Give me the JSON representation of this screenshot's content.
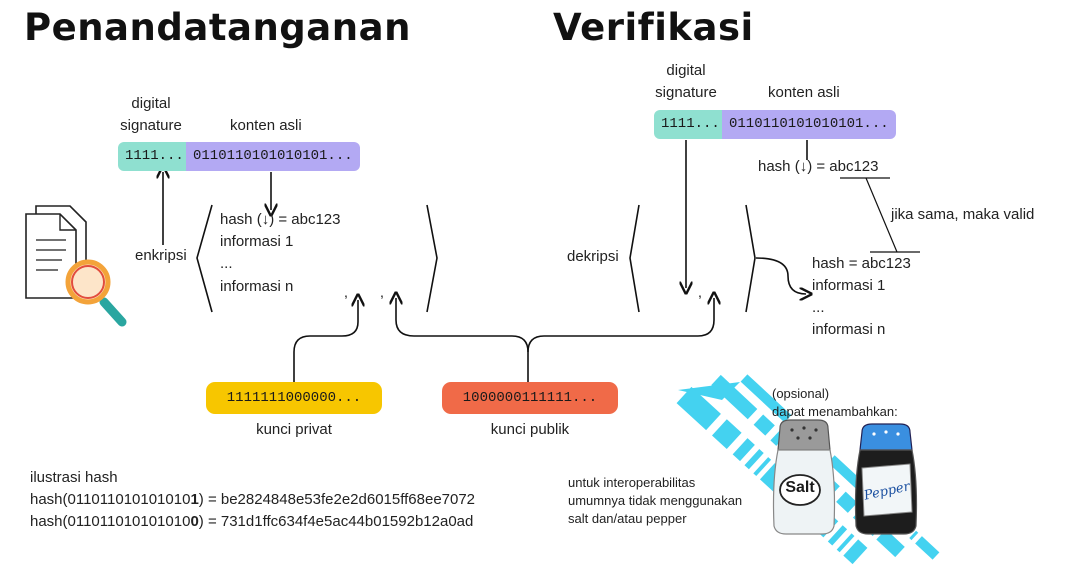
{
  "titles": {
    "signing": "Penandatanganan",
    "verification": "Verifikasi"
  },
  "signing": {
    "signature_label": "digital\nsignature",
    "content_label": "konten asli",
    "signature_value": "1111...",
    "content_value": "0110110101010101...",
    "encrypt_label": "enkripsi",
    "info_lines": [
      "hash (↓) = abc123",
      "informasi 1",
      "...",
      "informasi n"
    ]
  },
  "verification": {
    "signature_label": "digital\nsignature",
    "content_label": "konten asli",
    "signature_value": "1111...",
    "content_value": "0110110101010101...",
    "hash_line": "hash (↓) = abc123",
    "valid_note": "jika sama, maka valid",
    "decrypt_label": "dekripsi",
    "info_lines": [
      "hash = abc123",
      "informasi 1",
      "...",
      "informasi n"
    ]
  },
  "keys": {
    "private_value": "1111111000000...",
    "private_label": "kunci privat",
    "public_value": "1000000111111...",
    "public_label": "kunci publik"
  },
  "hash_illustration": {
    "title": "ilustrasi hash",
    "line1_prefix": "hash(011011010101010",
    "line1_bit": "1",
    "line1_suffix": ") = be2824848e53fe2e2d6015ff68ee7072",
    "line2_prefix": "hash(011011010101010",
    "line2_bit": "0",
    "line2_suffix": ") = 731d1ffc634f4e5ac44b01592b12a0ad"
  },
  "salt_pepper": {
    "optional": "(opsional)",
    "can_add": "dapat menambahkan:",
    "salt_label": "Salt",
    "pepper_label": "Pepper",
    "note_lines": [
      "untuk interoperabilitas",
      "umumnya tidak menggunakan",
      "salt dan/atau pepper"
    ]
  },
  "colors": {
    "signature": "#8fe0d0",
    "content": "#b3a9f3",
    "private_key": "#f7c600",
    "public_key": "#f06a48",
    "arrow_cyan": "#3ad0f0"
  },
  "icons": [
    "document-search-icon",
    "salt-shaker-icon",
    "pepper-shaker-icon"
  ]
}
